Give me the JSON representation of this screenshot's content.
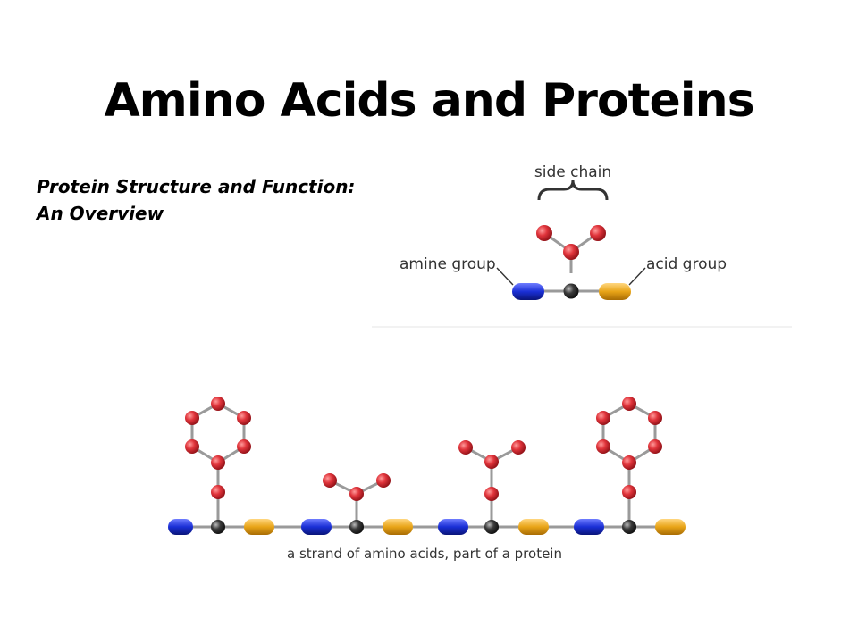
{
  "slide": {
    "title": "Amino Acids and Proteins",
    "subtitle_line1": "Protein Structure and Function:",
    "subtitle_line2": "An Overview"
  },
  "top_diagram": {
    "side_chain_label": "side chain",
    "amine_label": "amine group",
    "acid_label": "acid group"
  },
  "bottom_diagram": {
    "caption": "a strand of amino acids, part of a protein"
  },
  "colors": {
    "amine": "#1a2fd6",
    "acid": "#e8a417",
    "carbon": "#2b2b2b",
    "side_atom": "#d8262f",
    "bond": "#9a9a9a"
  }
}
